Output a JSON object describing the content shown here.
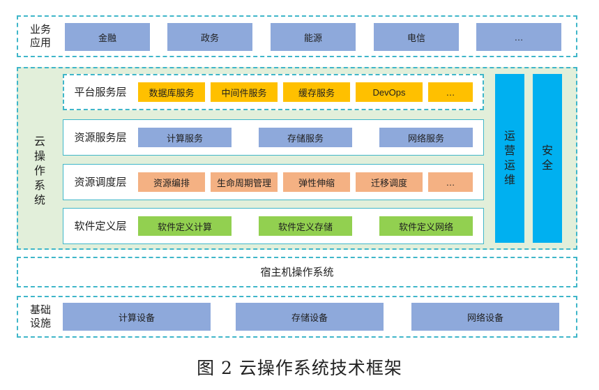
{
  "business": {
    "label": "业务\n应用",
    "items": [
      "金融",
      "政务",
      "能源",
      "电信",
      "…"
    ]
  },
  "cloud_os": {
    "label": "云\n操\n作\n系\n统",
    "platform_layer": {
      "label": "平台服务层",
      "items": [
        "数据库服务",
        "中间件服务",
        "缓存服务",
        "DevOps",
        "…"
      ]
    },
    "resource_service_layer": {
      "label": "资源服务层",
      "items": [
        "计算服务",
        "存储服务",
        "网络服务"
      ]
    },
    "resource_schedule_layer": {
      "label": "资源调度层",
      "items": [
        "资源编排",
        "生命周期管理",
        "弹性伸缩",
        "迁移调度",
        "…"
      ]
    },
    "software_defined_layer": {
      "label": "软件定义层",
      "items": [
        "软件定义计算",
        "软件定义存储",
        "软件定义网络"
      ]
    },
    "ops_label": "运\n营\n运\n维",
    "security_label": "安\n全"
  },
  "host_os": {
    "label": "宿主机操作系统"
  },
  "infrastructure": {
    "label": "基础\n设施",
    "items": [
      "计算设备",
      "存储设备",
      "网络设备"
    ]
  },
  "caption": "图 2 云操作系统技术框架",
  "colors": {
    "border": "#3fb6c9",
    "cloud_bg": "#e2efda",
    "blue_box": "#8ea9db",
    "gold_box": "#ffc000",
    "salmon_box": "#f4b183",
    "green_box": "#92d050",
    "cyan_bar": "#00b0f0"
  }
}
